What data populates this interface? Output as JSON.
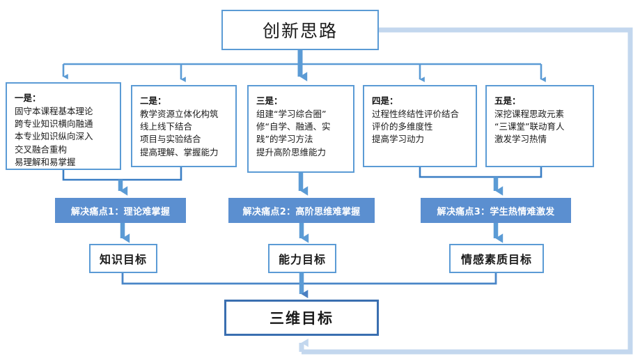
{
  "diagram": {
    "title": "创新思路",
    "type": "flowchart",
    "accent_color": "#5b9bd5",
    "bar_fill_color": "#5b8fd0",
    "bar_text_color": "#ffffff",
    "bottom_border_color": "#3a6fb0",
    "feedback_loop_color": "#c3d7ee",
    "background_color": "#ffffff"
  },
  "ideas": [
    {
      "heading": "一是：",
      "lines": [
        "固守本课程基本理论",
        "跨专业知识横向融通",
        "本专业知识纵向深入",
        "交叉融合重构",
        "易理解和易掌握"
      ]
    },
    {
      "heading": "二是：",
      "lines": [
        "教学资源立体化构筑",
        "线上线下结合",
        "项目与实验结合",
        "提高理解、掌握能力"
      ]
    },
    {
      "heading": "三是：",
      "lines": [
        "组建“学习综合圈”",
        "修“自学、融通、实",
        "践”的学习方法",
        "提升高阶思维能力"
      ]
    },
    {
      "heading": "四是：",
      "lines": [
        "过程性终结性评价结合",
        "评价的多维度性",
        "提高学习动力"
      ]
    },
    {
      "heading": "五是：",
      "lines": [
        "深挖课程思政元素",
        "“三课堂”联动育人",
        "激发学习热情"
      ]
    }
  ],
  "pain_points": [
    {
      "label": "解决痛点1：理论难掌握"
    },
    {
      "label": "解决痛点2：高阶思维难掌握"
    },
    {
      "label": "解决痛点3：学生热情难激发"
    }
  ],
  "goals": [
    {
      "label": "知识目标"
    },
    {
      "label": "能力目标"
    },
    {
      "label": "情感素质目标"
    }
  ],
  "outcome": {
    "label": "三维目标"
  }
}
